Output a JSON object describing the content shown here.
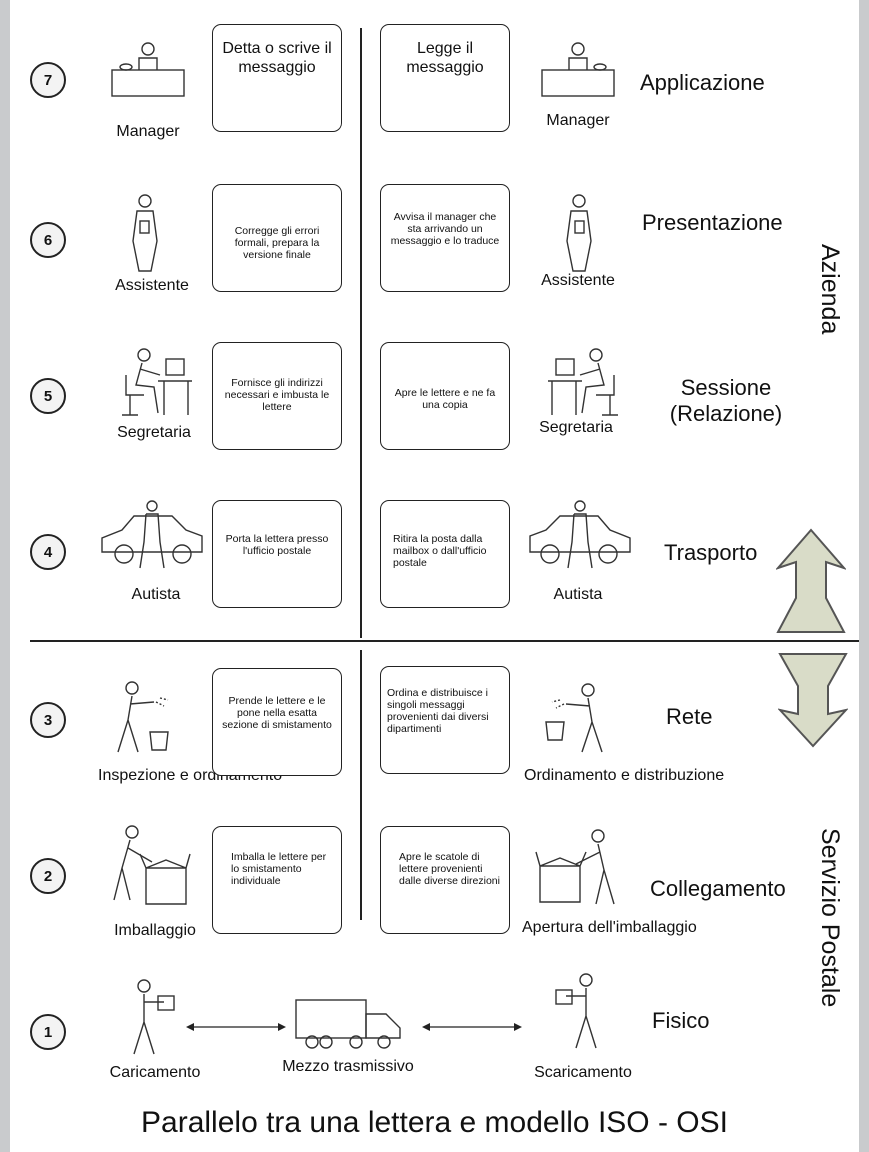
{
  "caption": "Parallelo tra una lettera e modello ISO - OSI",
  "groups": {
    "top": "Azienda",
    "bottom": "Servizio Postale"
  },
  "layers": [
    {
      "num": "7",
      "name": "Applicazione",
      "left_role": "Manager",
      "right_role": "Manager",
      "left_text": "Detta o scrive il messaggio",
      "right_text": "Legge il messaggio"
    },
    {
      "num": "6",
      "name": "Presentazione",
      "left_role": "Assistente",
      "right_role": "Assistente",
      "left_text": "Corregge gli errori formali, prepara la versione finale",
      "right_text": "Avvisa il manager che sta arrivando un messaggio e lo traduce"
    },
    {
      "num": "5",
      "name": "Sessione (Relazione)",
      "left_role": "Segretaria",
      "right_role": "Segretaria",
      "left_text": "Fornisce gli indirizzi necessari e imbusta le lettere",
      "right_text": "Apre le lettere e ne fa una copia"
    },
    {
      "num": "4",
      "name": "Trasporto",
      "left_role": "Autista",
      "right_role": "Autista",
      "left_text": "Porta la lettera presso l'ufficio postale",
      "right_text": "Ritira la posta dalla mailbox o dall'ufficio postale"
    },
    {
      "num": "3",
      "name": "Rete",
      "left_role": "Inspezione e ordinamento",
      "right_role": "Ordinamento e distribuzione",
      "left_text": "Prende le lettere e le pone nella esatta sezione di smistamento",
      "right_text": "Ordina e distribuisce i singoli messaggi provenienti dai diversi dipartimenti"
    },
    {
      "num": "2",
      "name": "Collegamento",
      "left_role": "Imballaggio",
      "right_role": "Apertura dell'imballaggio",
      "left_text": "Imballa le lettere per lo smistamento individuale",
      "right_text": "Apre le scatole di lettere provenienti dalle diverse direzioni"
    },
    {
      "num": "1",
      "name": "Fisico",
      "left_role": "Caricamento",
      "right_role": "Scaricamento",
      "middle_role": "Mezzo trasmissivo"
    }
  ]
}
